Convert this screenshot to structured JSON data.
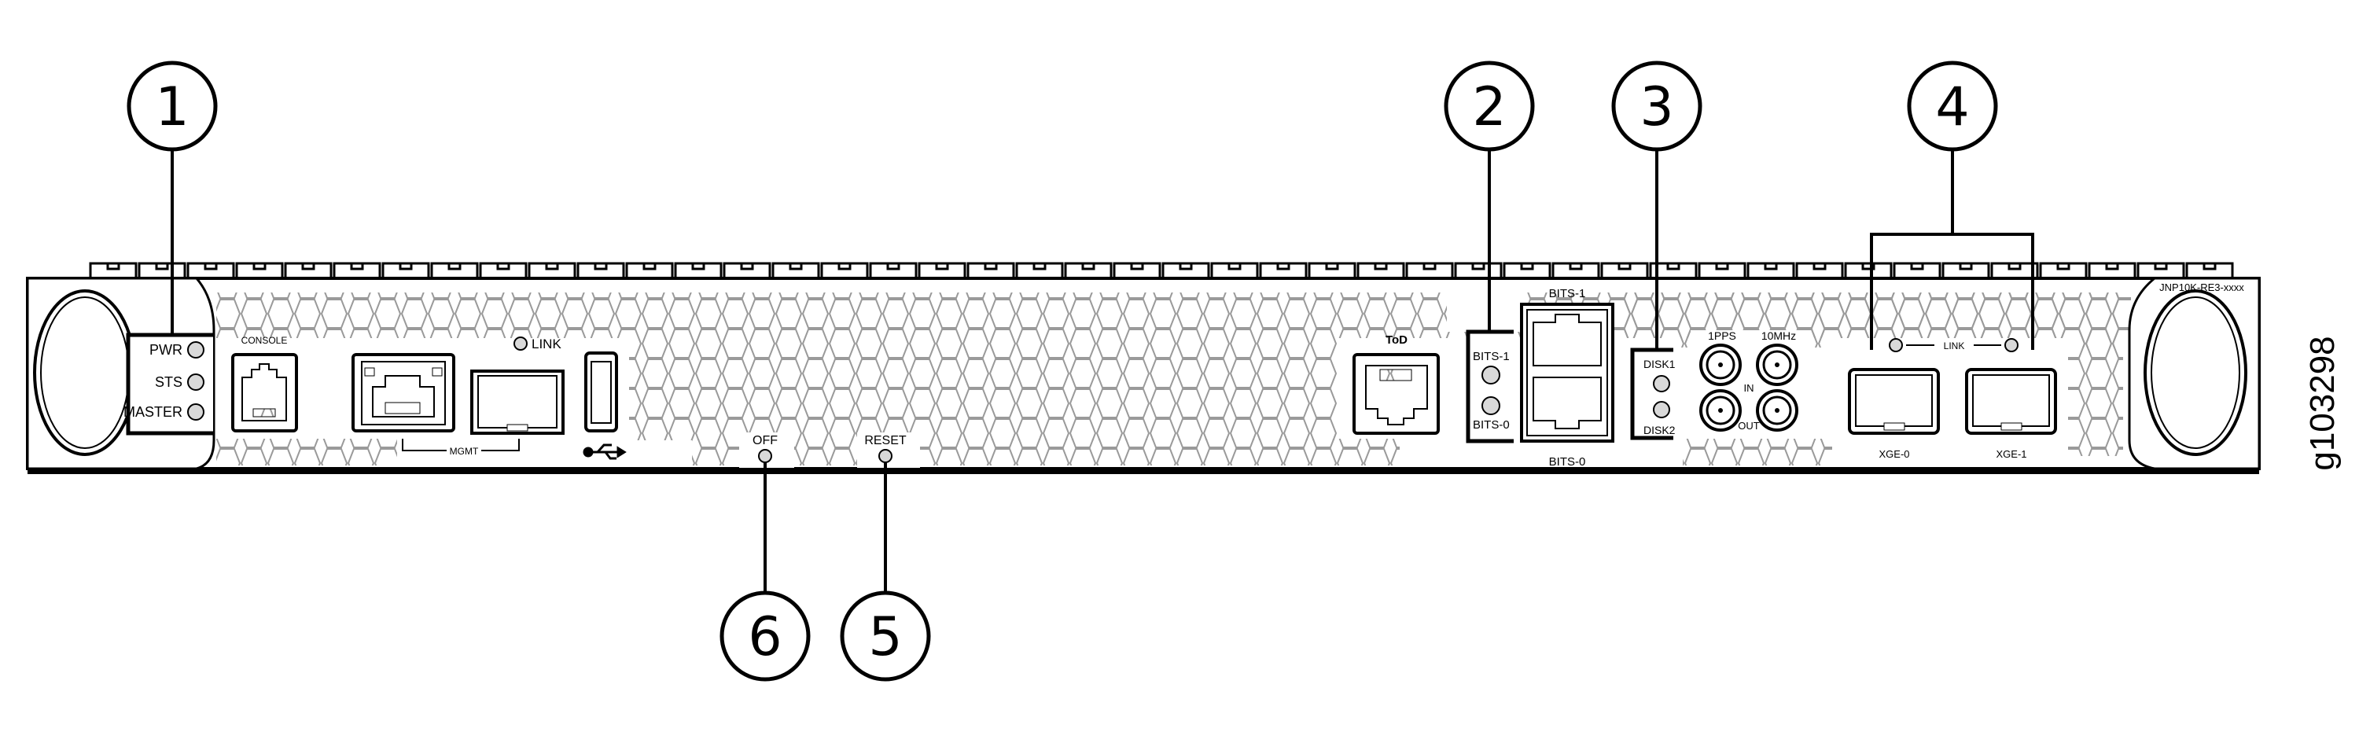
{
  "figure_id": "g103298",
  "model_label": "JNP10K-RE3-xxxx",
  "callouts": [
    "1",
    "2",
    "3",
    "4",
    "5",
    "6"
  ],
  "leds": {
    "pwr": "PWR",
    "sts": "STS",
    "master": "MASTER"
  },
  "ports": {
    "console": "CONSOLE",
    "mgmt": "MGMT",
    "link": "LINK",
    "tod": "ToD",
    "bits1": "BITS-1",
    "bits0": "BITS-0",
    "disk1": "DISK1",
    "disk2": "DISK2",
    "pps": "1PPS",
    "mhz": "10MHz",
    "in": "IN",
    "out": "OUT",
    "xge_link": "LINK",
    "xge0": "XGE-0",
    "xge1": "XGE-1"
  },
  "buttons": {
    "off": "OFF",
    "reset": "RESET"
  },
  "colors": {
    "line": "#000000",
    "led": "#d9d9d9",
    "hex": "#9a9a9a"
  }
}
